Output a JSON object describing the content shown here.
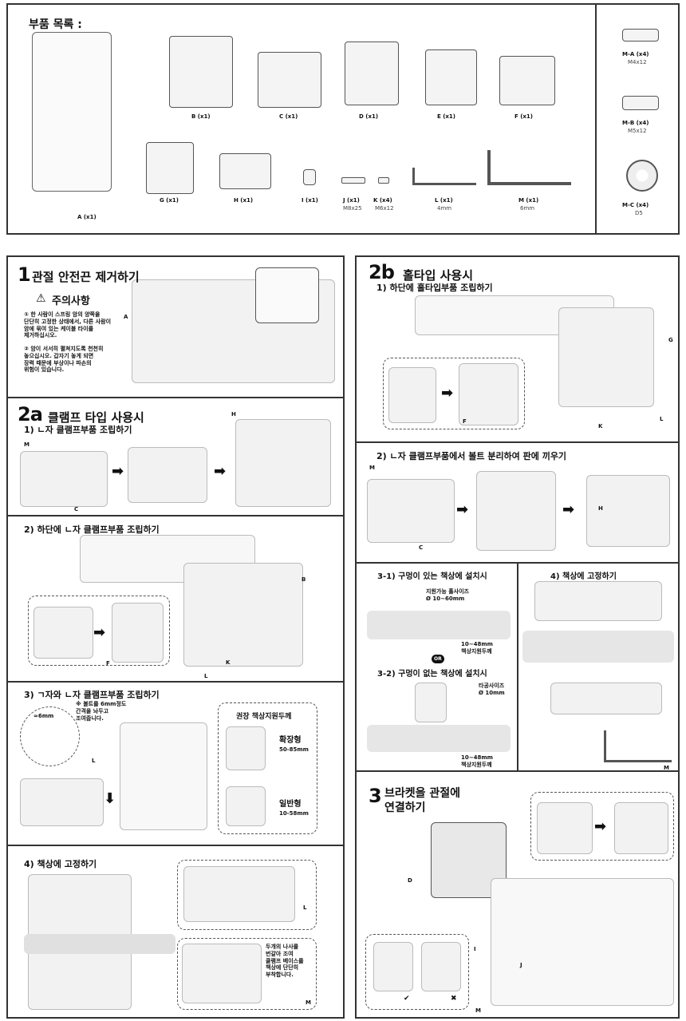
{
  "parts": {
    "title": "부품 목록 :",
    "items": [
      {
        "label": "A (x1)"
      },
      {
        "label": "B (x1)"
      },
      {
        "label": "C (x1)"
      },
      {
        "label": "D (x1)"
      },
      {
        "label": "E (x1)"
      },
      {
        "label": "F (x1)"
      },
      {
        "label": "G (x1)"
      },
      {
        "label": "H (x1)"
      },
      {
        "label": "I (x1)"
      },
      {
        "label": "J (x1)",
        "spec": "M8x25"
      },
      {
        "label": "K (x4)",
        "spec": "M6x12"
      },
      {
        "label": "L (x1)",
        "spec": "4mm"
      },
      {
        "label": "M (x1)",
        "spec": "6mm"
      }
    ],
    "screws": [
      {
        "label": "M-A (x4)",
        "spec": "M4x12"
      },
      {
        "label": "M-B (x4)",
        "spec": "M5x12"
      },
      {
        "label": "M-C (x4)",
        "spec": "D5"
      }
    ]
  },
  "step1": {
    "number": "1",
    "title": "관절 안전끈 제거하기",
    "warning_title": "주의사항",
    "note1": "① 한 사람이 스프링 암의 양쪽을\n단단히 고정한 상태에서, 다른 사람이\n암에 묶여 있는 케이블 타이를\n제거하십시오.",
    "note2": "② 암이 서서히 펼쳐지도록 천천히\n놓으십시오. 갑자기 놓게 되면\n장력 때문에 부상이나 파손의\n위험이 있습니다.",
    "callout": "A"
  },
  "step2a": {
    "number": "2a",
    "title": "클램프 타입 사용시",
    "s1": "1) ㄴ자 클램프부품 조립하기",
    "s2": "2) 하단에 ㄴ자 클램프부품 조립하기",
    "s3": "3) ㄱ자와 ㄴ자 클램프부품 조립하기",
    "s3_note": "※ 볼트를 6mm정도\n간격을 놔두고\n조여줍니다.",
    "s3_gap": "≈6mm",
    "recommend_title": "권장 책상지원두께",
    "extended": "확장형",
    "extended_range": "50-85mm",
    "normal": "일반형",
    "normal_range": "10-58mm",
    "s4": "4) 책상에 고정하기",
    "s4_note": "두개의 나사를\n번갈아 조여\n클램프 베이스를\n책상에 단단히\n부착합니다."
  },
  "step2b": {
    "number": "2b",
    "title": "홀타입 사용시",
    "s1": "1) 하단에 홀타입부품 조립하기",
    "s2": "2) ㄴ자 클램프부품에서 볼트 분리하여 판에 끼우기",
    "s31": "3-1) 구멍이 있는 책상에 설치시",
    "hole_size": "지원가능 홀사이즈\nØ 10~60mm",
    "thickness": "10~48mm\n책상지원두께",
    "or": "OR",
    "s32": "3-2) 구멍이 없는 책상에 설치시",
    "drill_size": "타공사이즈\nØ 10mm",
    "s4": "4) 책상에 고정하기"
  },
  "step3": {
    "number": "3",
    "title": "브라켓을 관절에\n연결하기"
  },
  "callouts": {
    "A": "A",
    "B": "B",
    "C": "C",
    "D": "D",
    "F": "F",
    "G": "G",
    "H": "H",
    "I": "I",
    "J": "J",
    "K": "K",
    "L": "L",
    "M": "M"
  },
  "colors": {
    "border": "#333333",
    "illustration": "#f2f2f2"
  }
}
